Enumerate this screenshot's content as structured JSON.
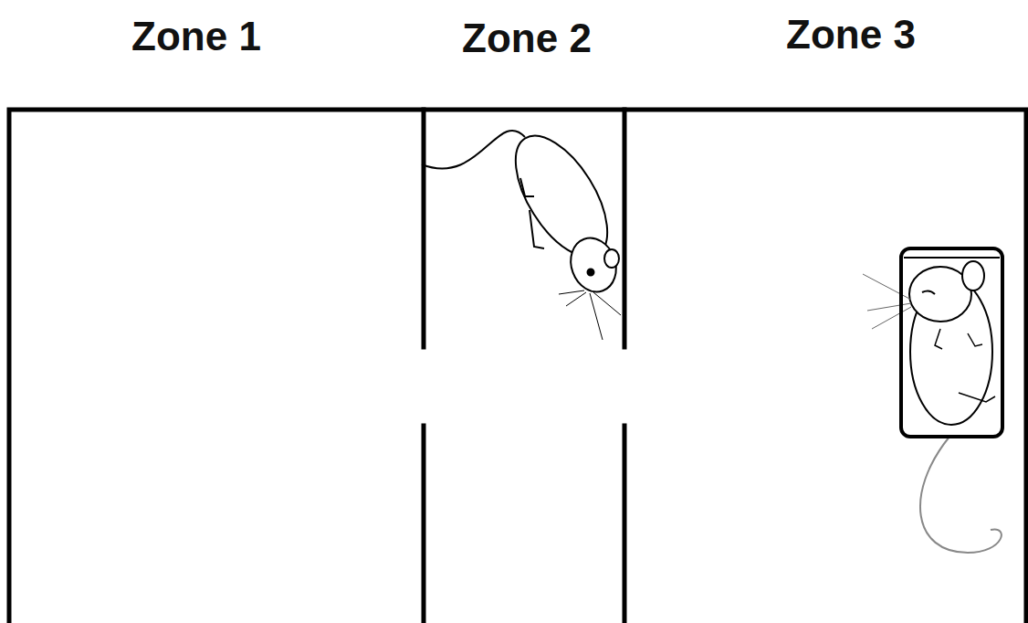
{
  "diagram": {
    "nodes": [
      {
        "text": [
          "Zone 1"
        ]
      },
      {
        "text": [
          "Zone 2"
        ]
      },
      {
        "text": [
          "Zone 3"
        ]
      }
    ]
  }
}
